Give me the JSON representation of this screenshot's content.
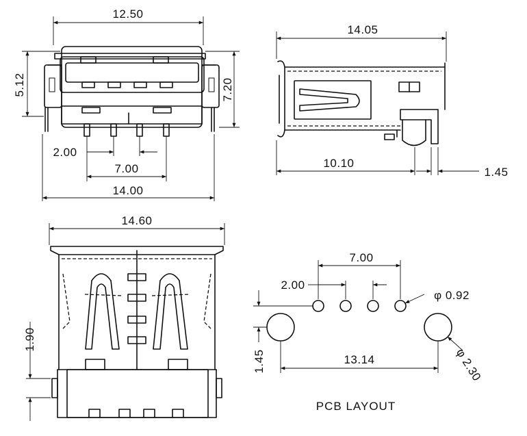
{
  "front_view": {
    "dims": {
      "top_width": "12.50",
      "left_height": "5.12",
      "right_height": "7.20",
      "pin_pitch": "2.00",
      "pin_span": "7.00",
      "total_width": "14.00"
    }
  },
  "side_view": {
    "dims": {
      "length": "14.05",
      "body_length": "10.10",
      "pin_offset": "1.45"
    }
  },
  "top_view": {
    "dims": {
      "width": "14.60",
      "height": "1.90"
    }
  },
  "pcb_layout": {
    "title": "PCB LAYOUT",
    "dims": {
      "pin_span": "7.00",
      "pin_pitch": "2.00",
      "pin_hole": "φ 0.92",
      "offset": "1.45",
      "peg_span": "13.14",
      "peg_hole": "φ 2.30"
    }
  }
}
